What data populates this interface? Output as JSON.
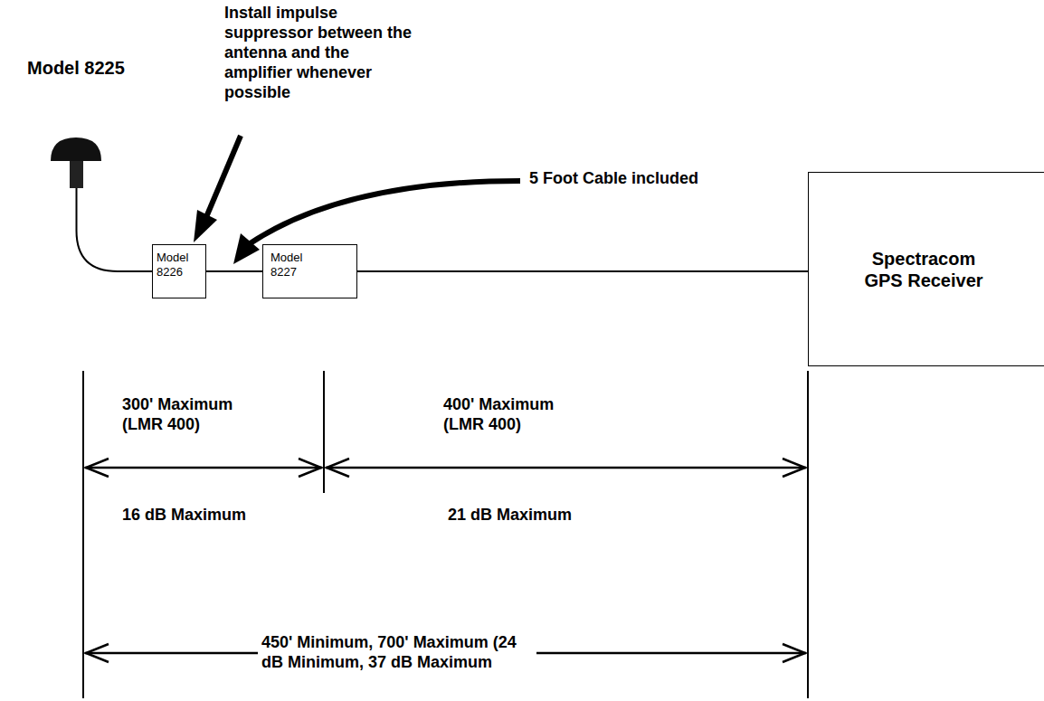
{
  "diagram": {
    "nodes": [
      {
        "text": [
          "Model 8226"
        ]
      },
      {
        "text": [
          "Model 8227"
        ]
      },
      {
        "text": [
          "Spectracom GPS Receiver"
        ]
      }
    ],
    "edges": [
      {
        "from": 0,
        "to": 1,
        "arrow": "none"
      },
      {
        "from": 1,
        "to": 2,
        "arrow": "none"
      }
    ],
    "labels": [
      "Model 8225",
      "Install impulse suppressor between the antenna and the amplifier whenever possible",
      "5 Foot Cable included",
      "300' Maximum (LMR 400)",
      "400' Maximum (LMR 400)",
      "16 dB Maximum",
      "21 dB Maximum",
      "450' Minimum, 700' Maximum (24 dB Minimum, 37 dB Maximum"
    ]
  }
}
